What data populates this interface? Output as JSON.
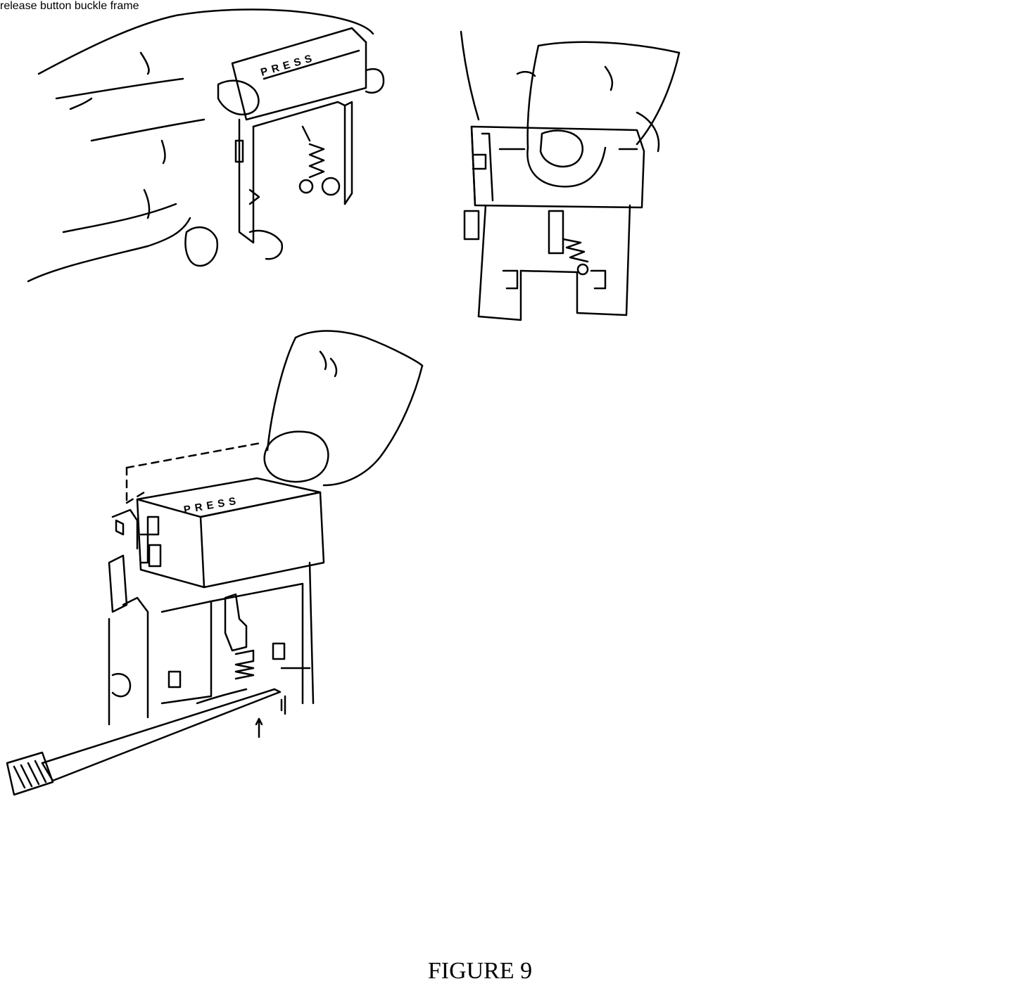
{
  "labels": {
    "release_button": [
      "release",
      "button"
    ],
    "buckle_frame": [
      "buckle",
      "frame"
    ]
  },
  "press_text": "PRESS",
  "caption": "FIGURE 9",
  "colors": {
    "ink": "#000000",
    "paper": "#ffffff"
  }
}
